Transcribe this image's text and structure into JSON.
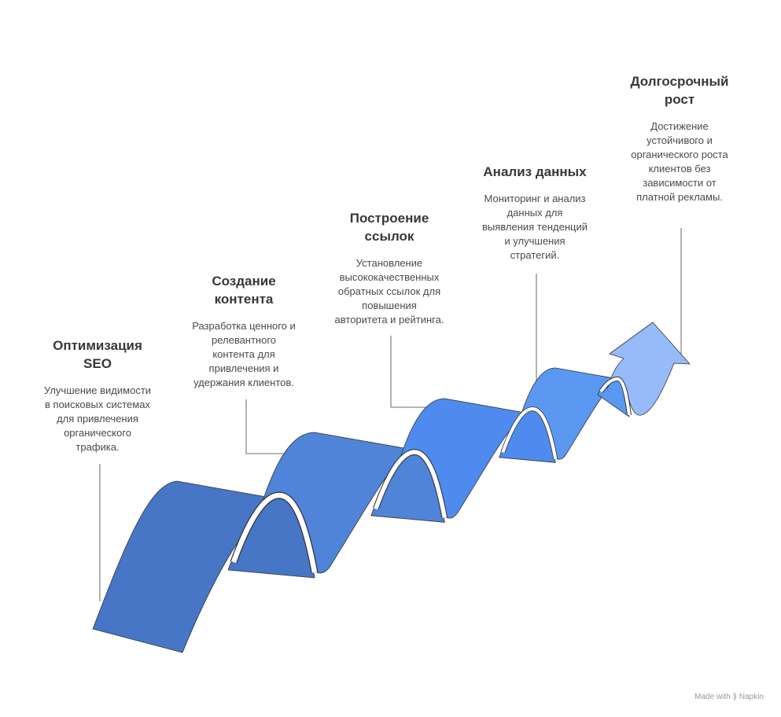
{
  "steps": [
    {
      "title": "Оптимизация\nSEO",
      "desc": "Улучшение видимости\nв поисковых системах\nдля привлечения\nорганического\nтрафика."
    },
    {
      "title": "Создание\nконтента",
      "desc": "Разработка ценного и\nрелевантного\nконтента для\nпривлечения и\nудержания клиентов."
    },
    {
      "title": "Построение\nссылок",
      "desc": "Установление\nвысококачественных\nобратных ссылок для\nповышения\nавторитета и рейтинга."
    },
    {
      "title": "Анализ данных",
      "desc": "Мониторинг и анализ\nданных для\nвыявления тенденций\nи улучшения\nстратегий."
    },
    {
      "title": "Долгосрочный\nрост",
      "desc": "Достижение\nустойчивого и\nорганического роста\nклиентов без\nзависимости от\nплатной рекламы."
    }
  ],
  "colors": [
    "#4676C5",
    "#4F84D8",
    "#4F8BEE",
    "#5A98F2",
    "#97BBF8"
  ],
  "footer": {
    "label": "Made with",
    "brand": "Napkin"
  }
}
